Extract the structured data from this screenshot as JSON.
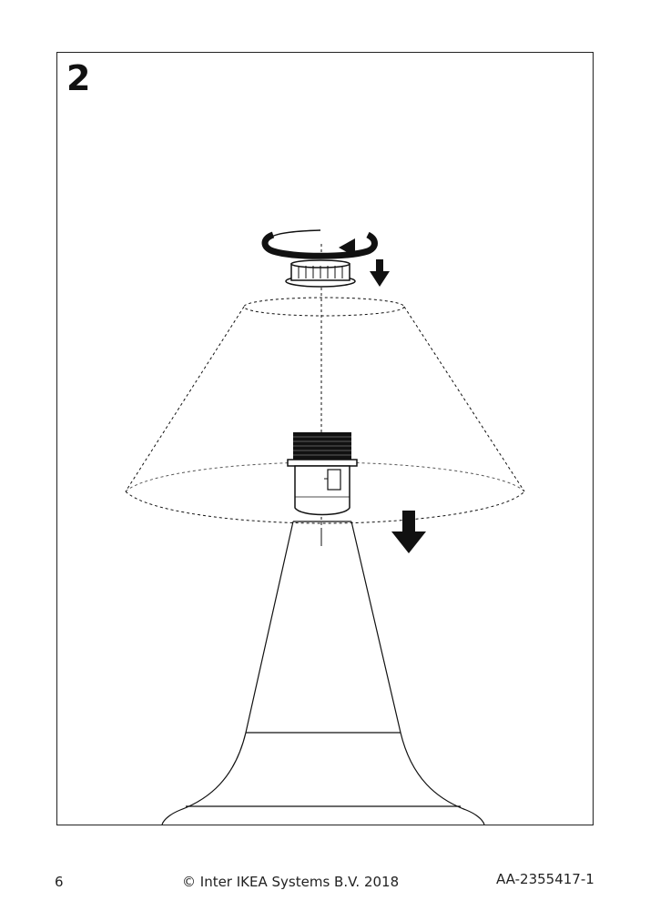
{
  "step": {
    "number": "2"
  },
  "footer": {
    "page_number": "6",
    "copyright": "© Inter IKEA Systems B.V. 2018",
    "document_code": "AA-2355417-1"
  },
  "illustration": {
    "icons": [
      "rotate-arrow-icon",
      "down-arrow-icon",
      "lamp-shade-outline",
      "socket-ring",
      "lamp-socket",
      "lamp-base"
    ]
  }
}
